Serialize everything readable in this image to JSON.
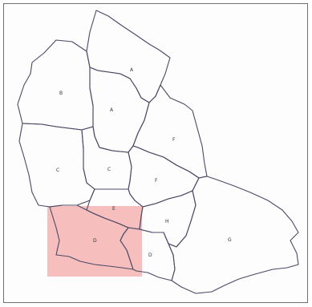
{
  "map": {
    "regions": [
      {
        "id": "A-north",
        "label": "A"
      },
      {
        "id": "A-south",
        "label": "A"
      },
      {
        "id": "B",
        "label": "B"
      },
      {
        "id": "C-west",
        "label": "C"
      },
      {
        "id": "C-east",
        "label": "C"
      },
      {
        "id": "F-north",
        "label": "F"
      },
      {
        "id": "F-south",
        "label": "F"
      },
      {
        "id": "E",
        "label": "E"
      },
      {
        "id": "D-west",
        "label": "D"
      },
      {
        "id": "D-east",
        "label": "D"
      },
      {
        "id": "H",
        "label": "H"
      },
      {
        "id": "G",
        "label": "G"
      }
    ],
    "highlight": {
      "color": "#f08a88",
      "covers": [
        "D-west",
        "E",
        "D-east"
      ]
    },
    "colors": {
      "border": "#4a4a66",
      "label": "#333344",
      "frame": "#6f6f6f"
    }
  }
}
